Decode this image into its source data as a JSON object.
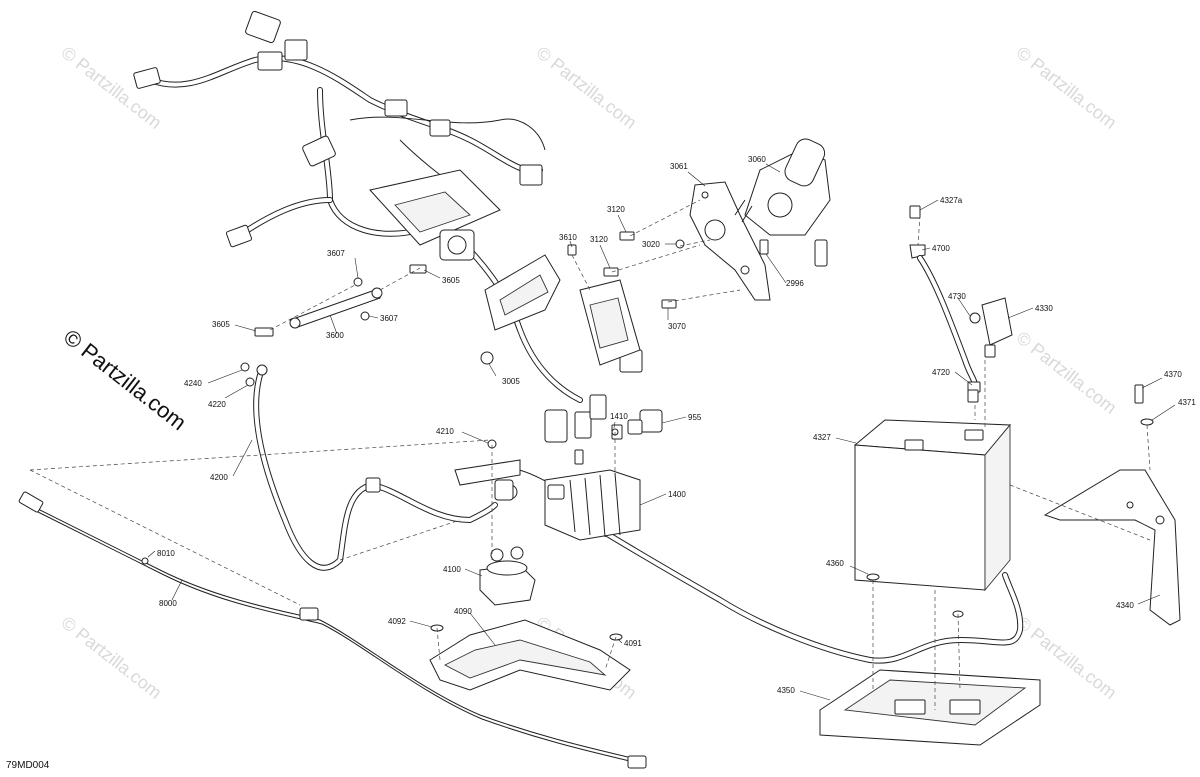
{
  "diagram": {
    "drawing_code": "79MD004",
    "watermark_text": "© Partzilla.com",
    "callouts": [
      {
        "id": "3607a",
        "text": "3607"
      },
      {
        "id": "3605a",
        "text": "3605"
      },
      {
        "id": "3605b",
        "text": "3605"
      },
      {
        "id": "3607b",
        "text": "3607"
      },
      {
        "id": "3600",
        "text": "3600"
      },
      {
        "id": "3610",
        "text": "3610"
      },
      {
        "id": "3120a",
        "text": "3120"
      },
      {
        "id": "3120b",
        "text": "3120"
      },
      {
        "id": "3061",
        "text": "3061"
      },
      {
        "id": "3060",
        "text": "3060"
      },
      {
        "id": "3020",
        "text": "3020"
      },
      {
        "id": "2996",
        "text": "2996"
      },
      {
        "id": "3070",
        "text": "3070"
      },
      {
        "id": "3005",
        "text": "3005"
      },
      {
        "id": "4327a",
        "text": "4327a"
      },
      {
        "id": "4700",
        "text": "4700"
      },
      {
        "id": "4730",
        "text": "4730"
      },
      {
        "id": "4330",
        "text": "4330"
      },
      {
        "id": "4720",
        "text": "4720"
      },
      {
        "id": "4370",
        "text": "4370"
      },
      {
        "id": "4371",
        "text": "4371"
      },
      {
        "id": "4327",
        "text": "4327"
      },
      {
        "id": "4240",
        "text": "4240"
      },
      {
        "id": "4220",
        "text": "4220"
      },
      {
        "id": "4200",
        "text": "4200"
      },
      {
        "id": "4210",
        "text": "4210"
      },
      {
        "id": "1410",
        "text": "1410"
      },
      {
        "id": "955",
        "text": "955"
      },
      {
        "id": "1400",
        "text": "1400"
      },
      {
        "id": "4100",
        "text": "4100"
      },
      {
        "id": "8010",
        "text": "8010"
      },
      {
        "id": "8000",
        "text": "8000"
      },
      {
        "id": "4092",
        "text": "4092"
      },
      {
        "id": "4090",
        "text": "4090"
      },
      {
        "id": "4091",
        "text": "4091"
      },
      {
        "id": "4360",
        "text": "4360"
      },
      {
        "id": "4350",
        "text": "4350"
      },
      {
        "id": "4340",
        "text": "4340"
      }
    ]
  }
}
